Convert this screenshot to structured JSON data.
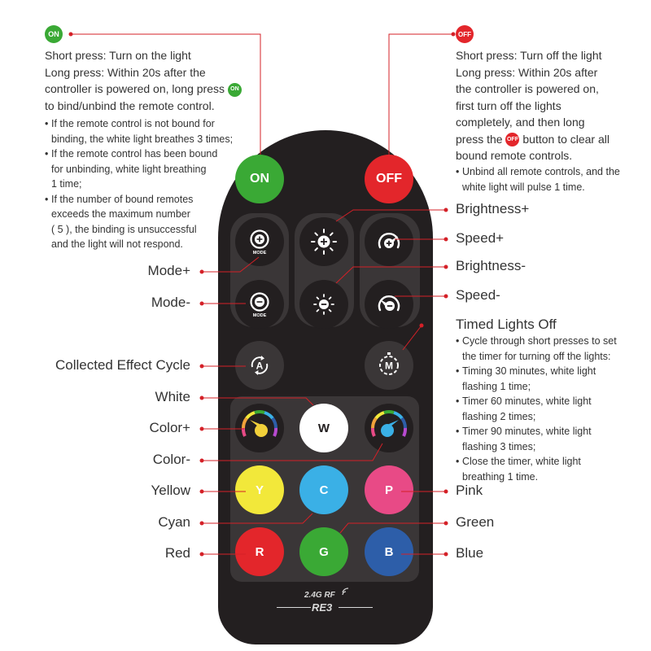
{
  "colors": {
    "on_green": "#3aa935",
    "off_red": "#e3262b",
    "pointer_red": "#d42027",
    "remote_body": "#231f20",
    "panel_gray": "#3a3637",
    "yellow": "#f2e83a",
    "cyan": "#3ab0e6",
    "pink": "#e84a86",
    "red": "#e3262b",
    "green": "#3aa935",
    "blue": "#2d5ea9"
  },
  "on_section": {
    "badge": "ON",
    "lines": [
      "Short press: Turn on the light",
      "Long press: Within 20s after the",
      "controller is powered on, long press",
      "to bind/unbind the remote control."
    ],
    "notes": [
      [
        "If the remote control is not bound for",
        "binding, the white light breathes 3 times;"
      ],
      [
        "If the remote control has been bound",
        "for unbinding, white light breathing",
        "1 time;"
      ],
      [
        "If the number of bound remotes",
        "exceeds the maximum number",
        "( 5 ), the binding is unsuccessful",
        "and the light will not respond."
      ]
    ]
  },
  "off_section": {
    "badge": "OFF",
    "lines": [
      "Short press: Turn off the light",
      "Long press: Within 20s after",
      "the controller is powered on,",
      "first turn off the lights",
      "completely, and then long",
      "press the",
      "button to clear all",
      "bound remote controls."
    ],
    "notes": [
      [
        "Unbind all remote controls, and the",
        "white light will pulse 1 time."
      ]
    ]
  },
  "timer_section": {
    "title": "Timed Lights Off",
    "notes": [
      [
        "Cycle through short presses to set",
        "the timer for turning off the lights:"
      ],
      [
        "Timing 30 minutes, white light",
        "flashing 1 time;"
      ],
      [
        "Timer 60 minutes, white light",
        "flashing 2 times;"
      ],
      [
        "Timer 90 minutes, white light",
        "flashing 3 times;"
      ],
      [
        "Close the timer, white light",
        "breathing 1 time."
      ]
    ]
  },
  "labels": {
    "brightness_plus": "Brightness+",
    "speed_plus": "Speed+",
    "brightness_minus": "Brightness-",
    "speed_minus": "Speed-",
    "mode_plus": "Mode+",
    "mode_minus": "Mode-",
    "collected_effect": "Collected Effect Cycle",
    "white": "White",
    "color_plus": "Color+",
    "color_minus": "Color-",
    "yellow": "Yellow",
    "cyan": "Cyan",
    "red": "Red",
    "pink": "Pink",
    "green": "Green",
    "blue": "Blue"
  },
  "buttons": {
    "on": "ON",
    "off": "OFF",
    "mode_text": "MODE",
    "auto": "A",
    "timer": "M",
    "white": "W",
    "yellow": "Y",
    "cyan": "C",
    "pink": "P",
    "red": "R",
    "green": "G",
    "blue": "B"
  },
  "remote_brand": {
    "rf": "2.4G RF",
    "model": "RE3"
  }
}
